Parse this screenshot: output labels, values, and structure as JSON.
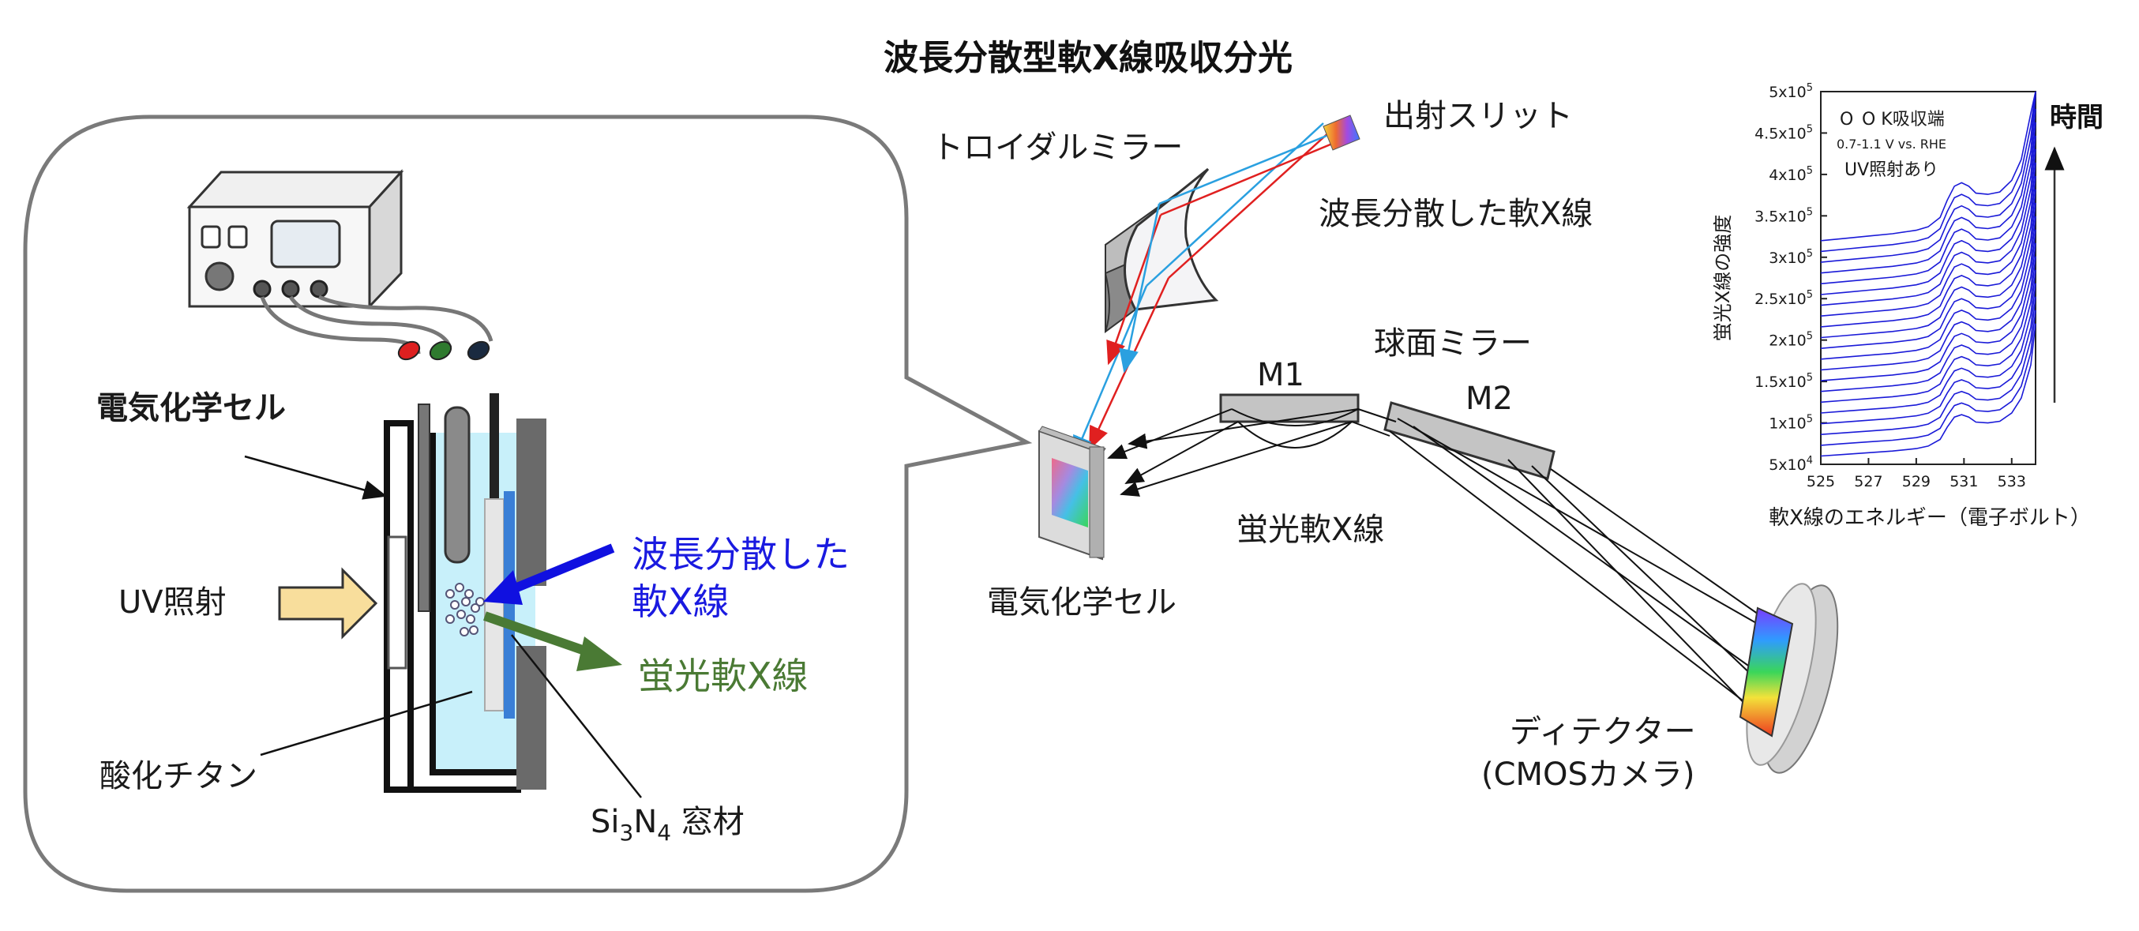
{
  "title": "波長分散型軟X線吸収分光",
  "colors": {
    "spectrum_line": "#1a1ad8",
    "incident_arrow": "#1010e0",
    "fluorescence_arrow": "#4a7a34",
    "uv_arrow_fill": "#f8de9c",
    "electrolyte": "#c8f0fa",
    "window": "#3a7fd6",
    "ray_red": "#e02020",
    "ray_blue": "#2aa0e0",
    "bubble_outline": "#555577"
  },
  "cell_panel": {
    "cell_label": "電気化学セル",
    "uv_label": "UV照射",
    "tio2_label": "酸化チタン",
    "window_label": {
      "si": "Si",
      "sub1": "3",
      "n": "N",
      "sub2": "4",
      "suffix": " 窓材"
    },
    "incident_label_line1": "波長分散した",
    "incident_label_line2": "軟X線",
    "fluorescence_label": "蛍光軟X線",
    "lead_colors": [
      "#dd2020",
      "#2f7a2f",
      "#1a2a40"
    ]
  },
  "spectrometer": {
    "toroidal_mirror": "トロイダルミラー",
    "exit_slit": "出射スリット",
    "dispersed_xray": "波長分散した軟X線",
    "spherical_mirror": "球面ミラー",
    "m1": "M1",
    "m2": "M2",
    "cell": "電気化学セル",
    "fluorescence": "蛍光軟X線",
    "detector_line1": "ディテクター",
    "detector_line2": "(CMOSカメラ)"
  },
  "chart_data": {
    "type": "line",
    "legend": [
      "O K吸収端",
      "0.7-1.1 V vs. RHE",
      "UV照射あり"
    ],
    "legend_marker": "O",
    "xlabel": "軟X線のエネルギー（電子ボルト）",
    "ylabel": "蛍光X線の強度",
    "time_label": "時間",
    "xlim": [
      525,
      534
    ],
    "ylim": [
      50000,
      500000
    ],
    "x_ticks": [
      525,
      527,
      529,
      531,
      533
    ],
    "y_ticks": [
      {
        "mant": "5x10",
        "exp": "4",
        "value": 50000
      },
      {
        "mant": "1x10",
        "exp": "5",
        "value": 100000
      },
      {
        "mant": "1.5x10",
        "exp": "5",
        "value": 150000
      },
      {
        "mant": "2x10",
        "exp": "5",
        "value": 200000
      },
      {
        "mant": "2.5x10",
        "exp": "5",
        "value": 250000
      },
      {
        "mant": "3x10",
        "exp": "5",
        "value": 300000
      },
      {
        "mant": "3.5x10",
        "exp": "5",
        "value": 350000
      },
      {
        "mant": "4x10",
        "exp": "5",
        "value": 400000
      },
      {
        "mant": "4.5x10",
        "exp": "5",
        "value": 450000
      },
      {
        "mant": "5x10",
        "exp": "5",
        "value": 500000
      }
    ],
    "spectrum_shape": {
      "x": [
        525,
        526,
        527,
        528,
        529,
        529.5,
        530,
        530.3,
        530.6,
        530.9,
        531.2,
        531.5,
        532,
        532.5,
        533,
        533.4,
        533.8,
        534
      ],
      "rel": [
        0,
        2000,
        4000,
        6000,
        9000,
        12000,
        20000,
        35000,
        47000,
        50000,
        47000,
        41000,
        40000,
        42000,
        52000,
        70000,
        110000,
        160000
      ]
    },
    "series": [
      {
        "offset": 60000
      },
      {
        "offset": 73000
      },
      {
        "offset": 86000
      },
      {
        "offset": 99000
      },
      {
        "offset": 112000
      },
      {
        "offset": 125000
      },
      {
        "offset": 138000
      },
      {
        "offset": 151000
      },
      {
        "offset": 164000
      },
      {
        "offset": 177000
      },
      {
        "offset": 190000
      },
      {
        "offset": 203000
      },
      {
        "offset": 216000
      },
      {
        "offset": 229000
      },
      {
        "offset": 242000
      },
      {
        "offset": 255000
      },
      {
        "offset": 268000
      },
      {
        "offset": 281000
      },
      {
        "offset": 294000
      },
      {
        "offset": 307000
      },
      {
        "offset": 320000
      }
    ]
  }
}
